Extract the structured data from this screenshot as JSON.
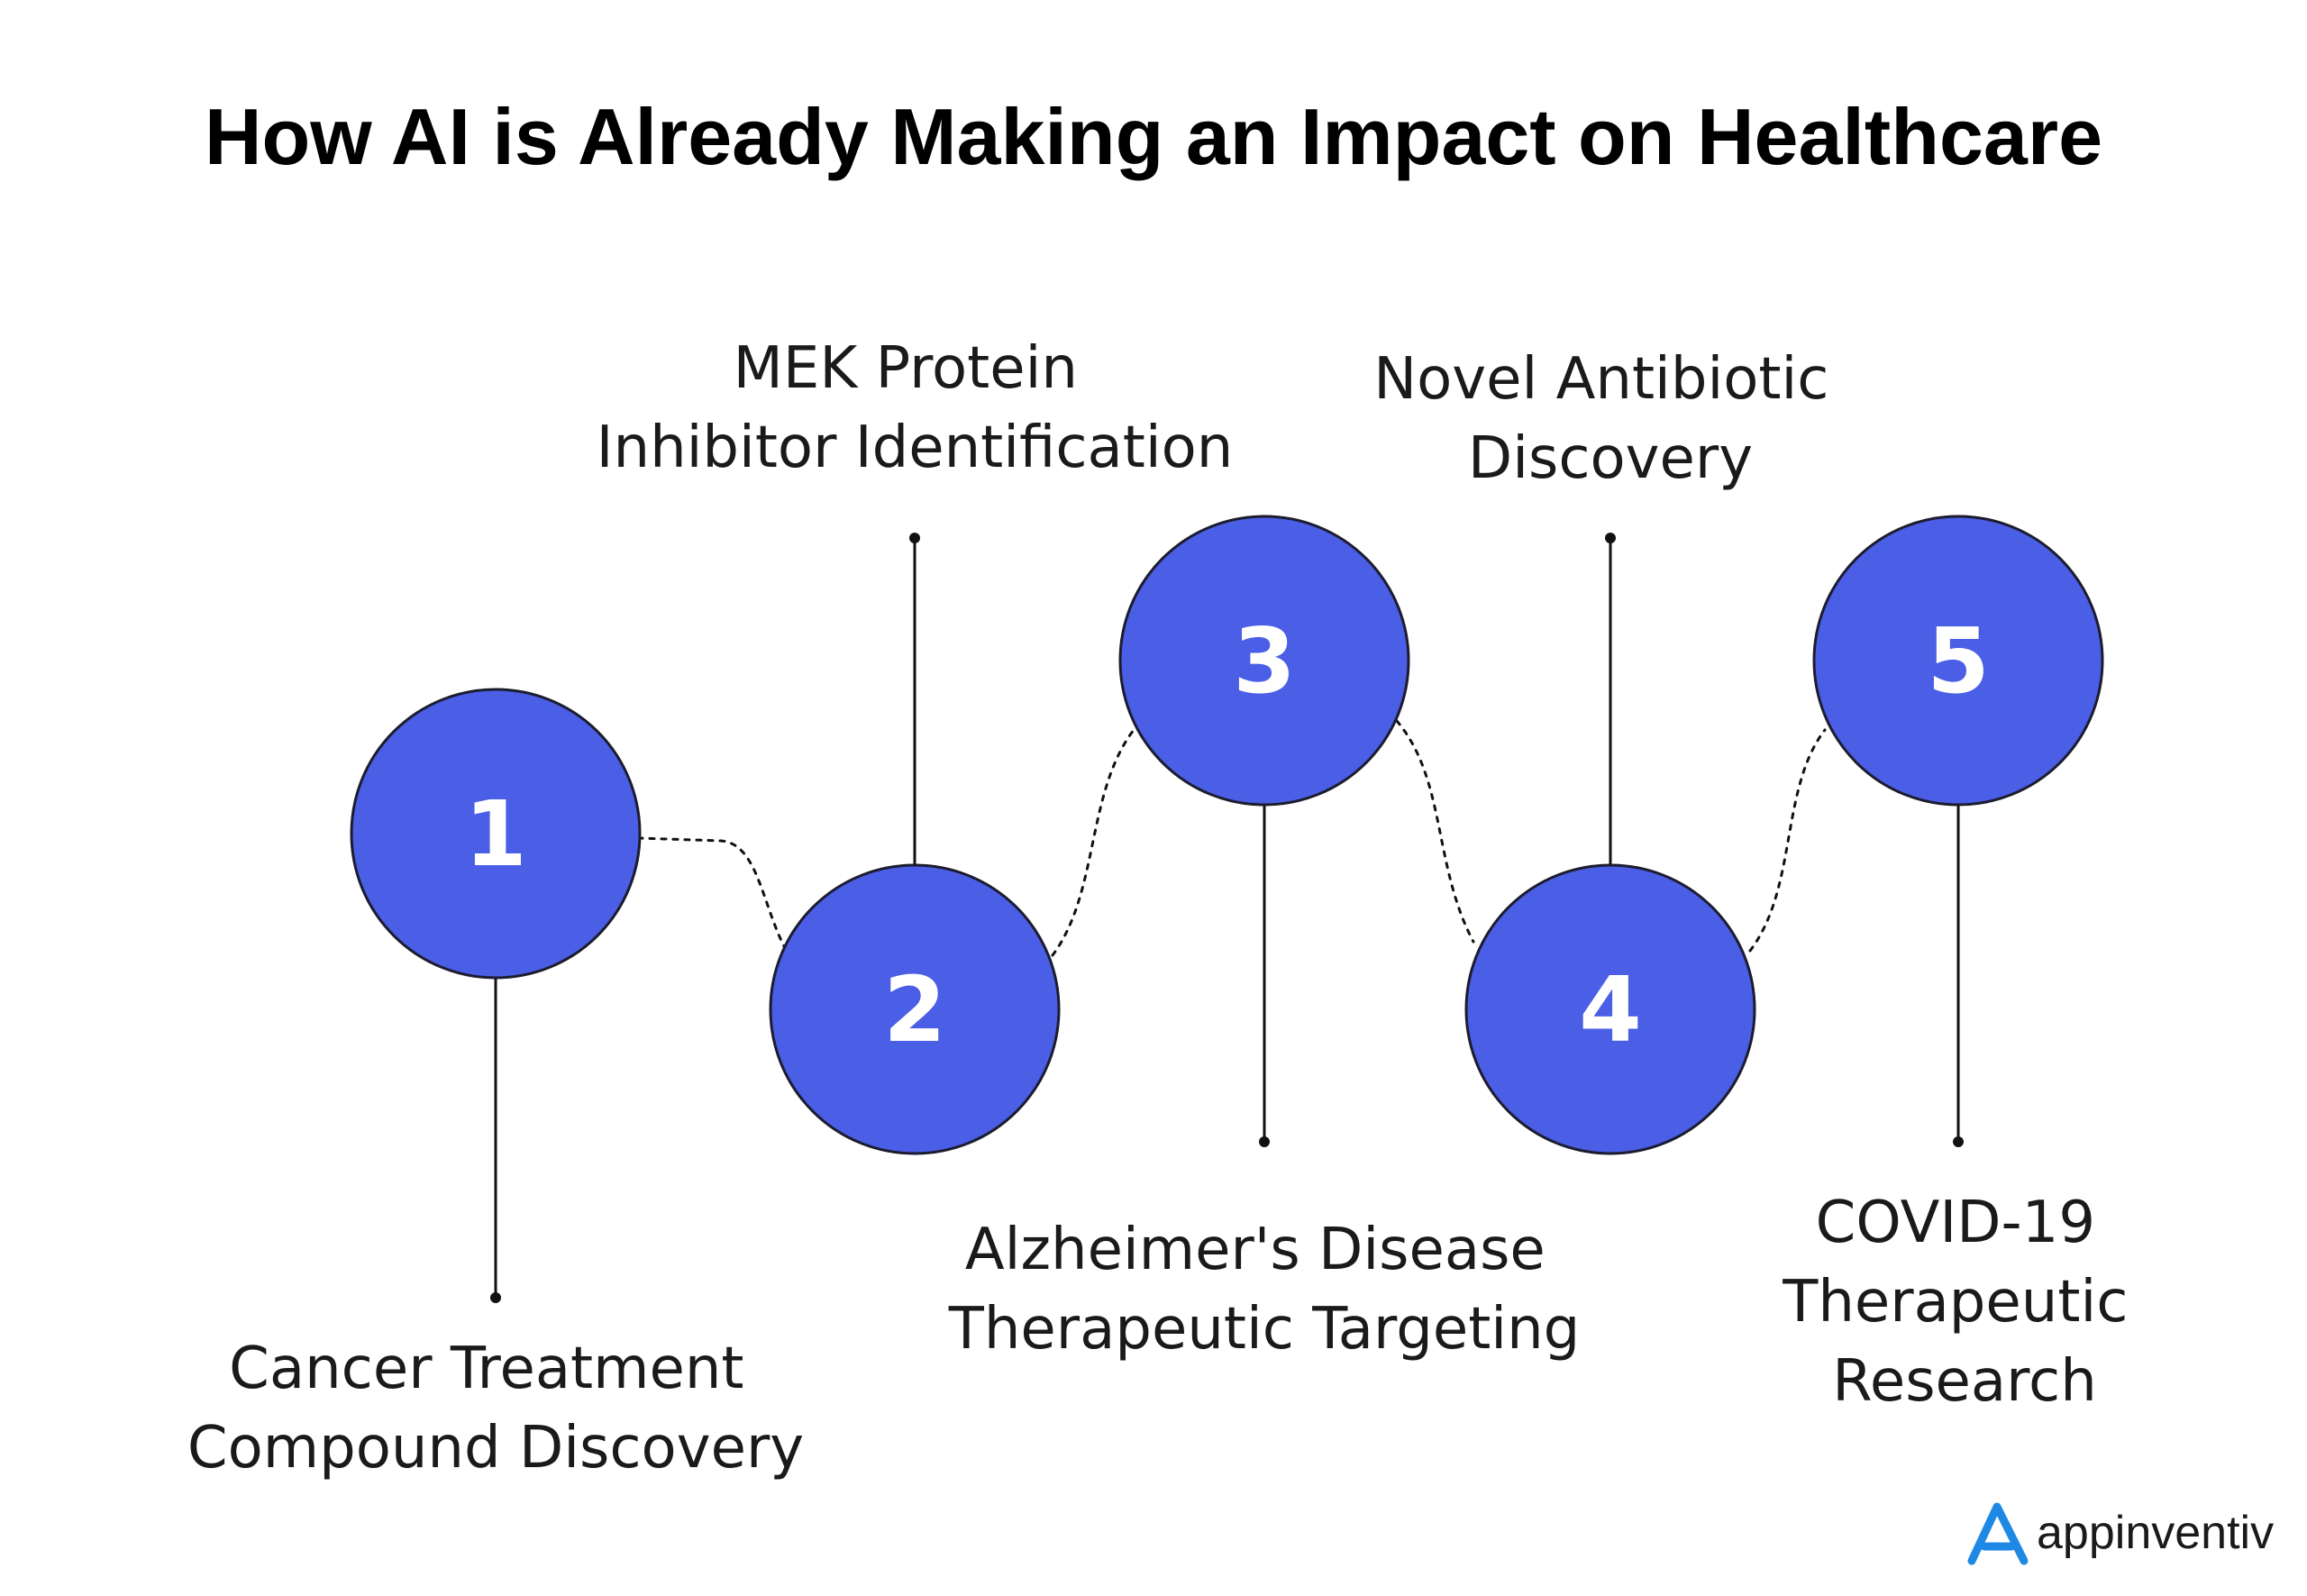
{
  "title": "How AI is Already Making an Impact on Healthcare",
  "steps": [
    {
      "number": "1",
      "label_lines": [
        "Cancer Treatment",
        "Compound Discovery"
      ]
    },
    {
      "number": "2",
      "label_lines": [
        "MEK Protein",
        "Inhibitor Identification"
      ]
    },
    {
      "number": "3",
      "label_lines": [
        "Alzheimer's Disease",
        "Therapeutic Targeting"
      ]
    },
    {
      "number": "4",
      "label_lines": [
        "Novel Antibiotic",
        "Discovery"
      ]
    },
    {
      "number": "5",
      "label_lines": [
        "COVID-19",
        "Therapeutic",
        "Research"
      ]
    }
  ],
  "brand": {
    "name": "appinventiv",
    "logo_icon": "appinventiv-a-logo-icon",
    "logo_color": "#1e88e5"
  },
  "colors": {
    "node_fill": "#4a5ee6",
    "node_stroke": "#1c1c2e",
    "text": "#1a1a1a"
  }
}
